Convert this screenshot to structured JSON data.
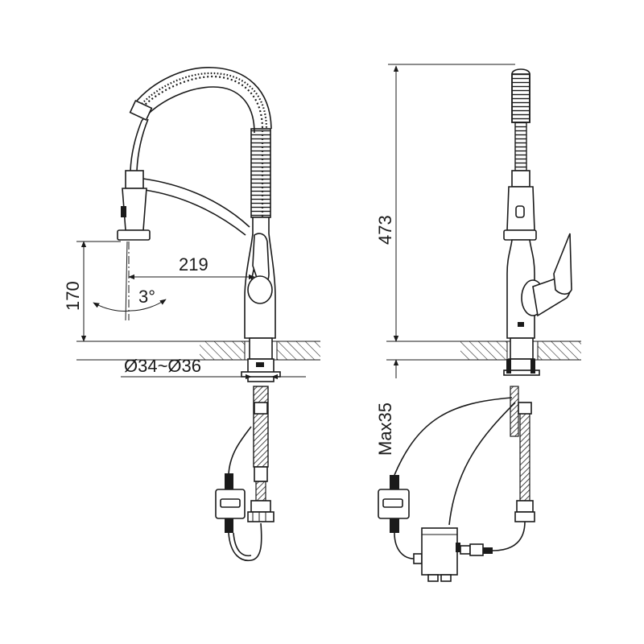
{
  "dimensions": {
    "spout_reach": "219",
    "spray_height": "170",
    "spray_angle": "3°",
    "hole_diameter": "Ø34~Ø36",
    "overall_height": "473",
    "deck_thickness": "Max35"
  },
  "colors": {
    "line": "#1a1a1a",
    "background": "#ffffff"
  }
}
